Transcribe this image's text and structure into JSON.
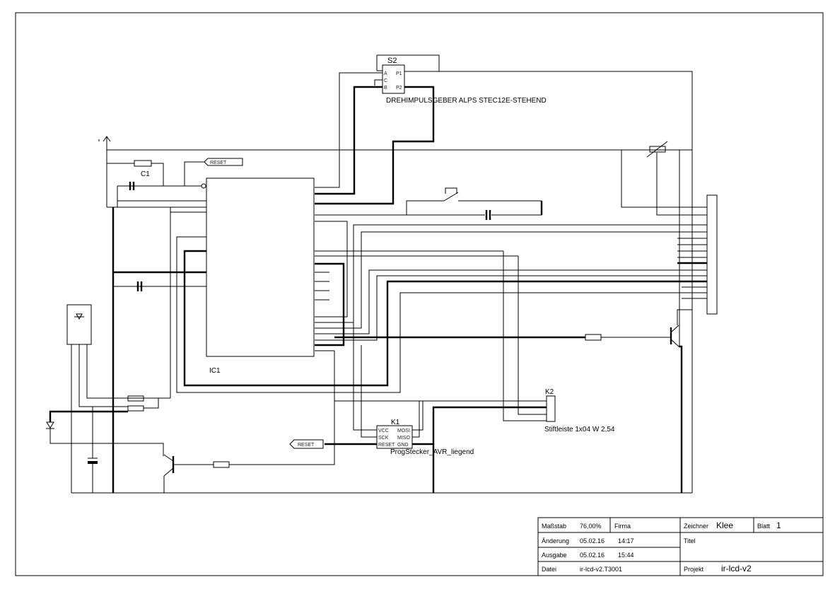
{
  "components": {
    "s2": {
      "ref": "S2",
      "pins_left": [
        "A",
        "C",
        "B"
      ],
      "pins_right": [
        "P1",
        "P2"
      ],
      "value": "DREHIMPULSGEBER ALPS STEC12E-STEHEND"
    },
    "mcu": {
      "ref": "IC1"
    },
    "k1": {
      "ref": "K1",
      "pins_left": [
        "VCC",
        "SCK",
        "RESET"
      ],
      "pins_right": [
        "MOSI",
        "MISO",
        "GND"
      ],
      "value": "ProgStecker_AVR_liegend"
    },
    "k2": {
      "ref": "K2",
      "value": "Stiftleiste 1x04  W  2,54"
    },
    "c1": {
      "ref": "C1"
    },
    "reset_top": {
      "label": "RESET"
    },
    "reset_bottom": {
      "label": "RESET"
    }
  },
  "title_block": {
    "massstab_label": "Maßstab",
    "massstab_value": "76,00%",
    "firma_label": "Firma",
    "zeichner_label": "Zeichner",
    "zeichner_value": "Klee",
    "blatt_label": "Blatt",
    "blatt_value": "1",
    "aenderung_label": "Änderung",
    "aenderung_date": "05.02.16",
    "aenderung_time": "14:17",
    "titel_label": "Titel",
    "ausgabe_label": "Ausgabe",
    "ausgabe_date": "05.02.16",
    "ausgabe_time": "15:44",
    "datei_label": "Datei",
    "datei_value": "ir-lcd-v2.T3001",
    "projekt_label": "Projekt",
    "projekt_value": "ir-lcd-v2"
  }
}
